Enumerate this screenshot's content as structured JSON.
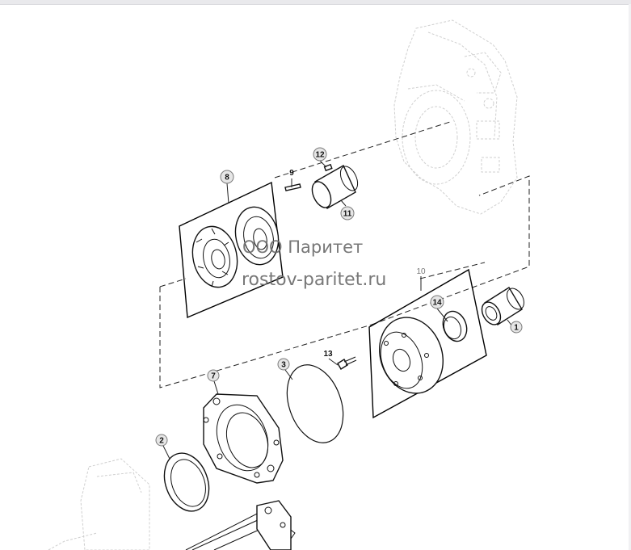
{
  "watermark": {
    "line1": "ООО Паритет",
    "line2": "rostov-paritet.ru"
  },
  "callouts": [
    "1",
    "2",
    "3",
    "7",
    "8",
    "9",
    "10",
    "11",
    "12",
    "13",
    "14"
  ],
  "colors": {
    "line": "#111111",
    "callout_fill": "#e6e6e6",
    "ghost_line": "#cfcfcf",
    "watermark": "#6a6a6a"
  }
}
